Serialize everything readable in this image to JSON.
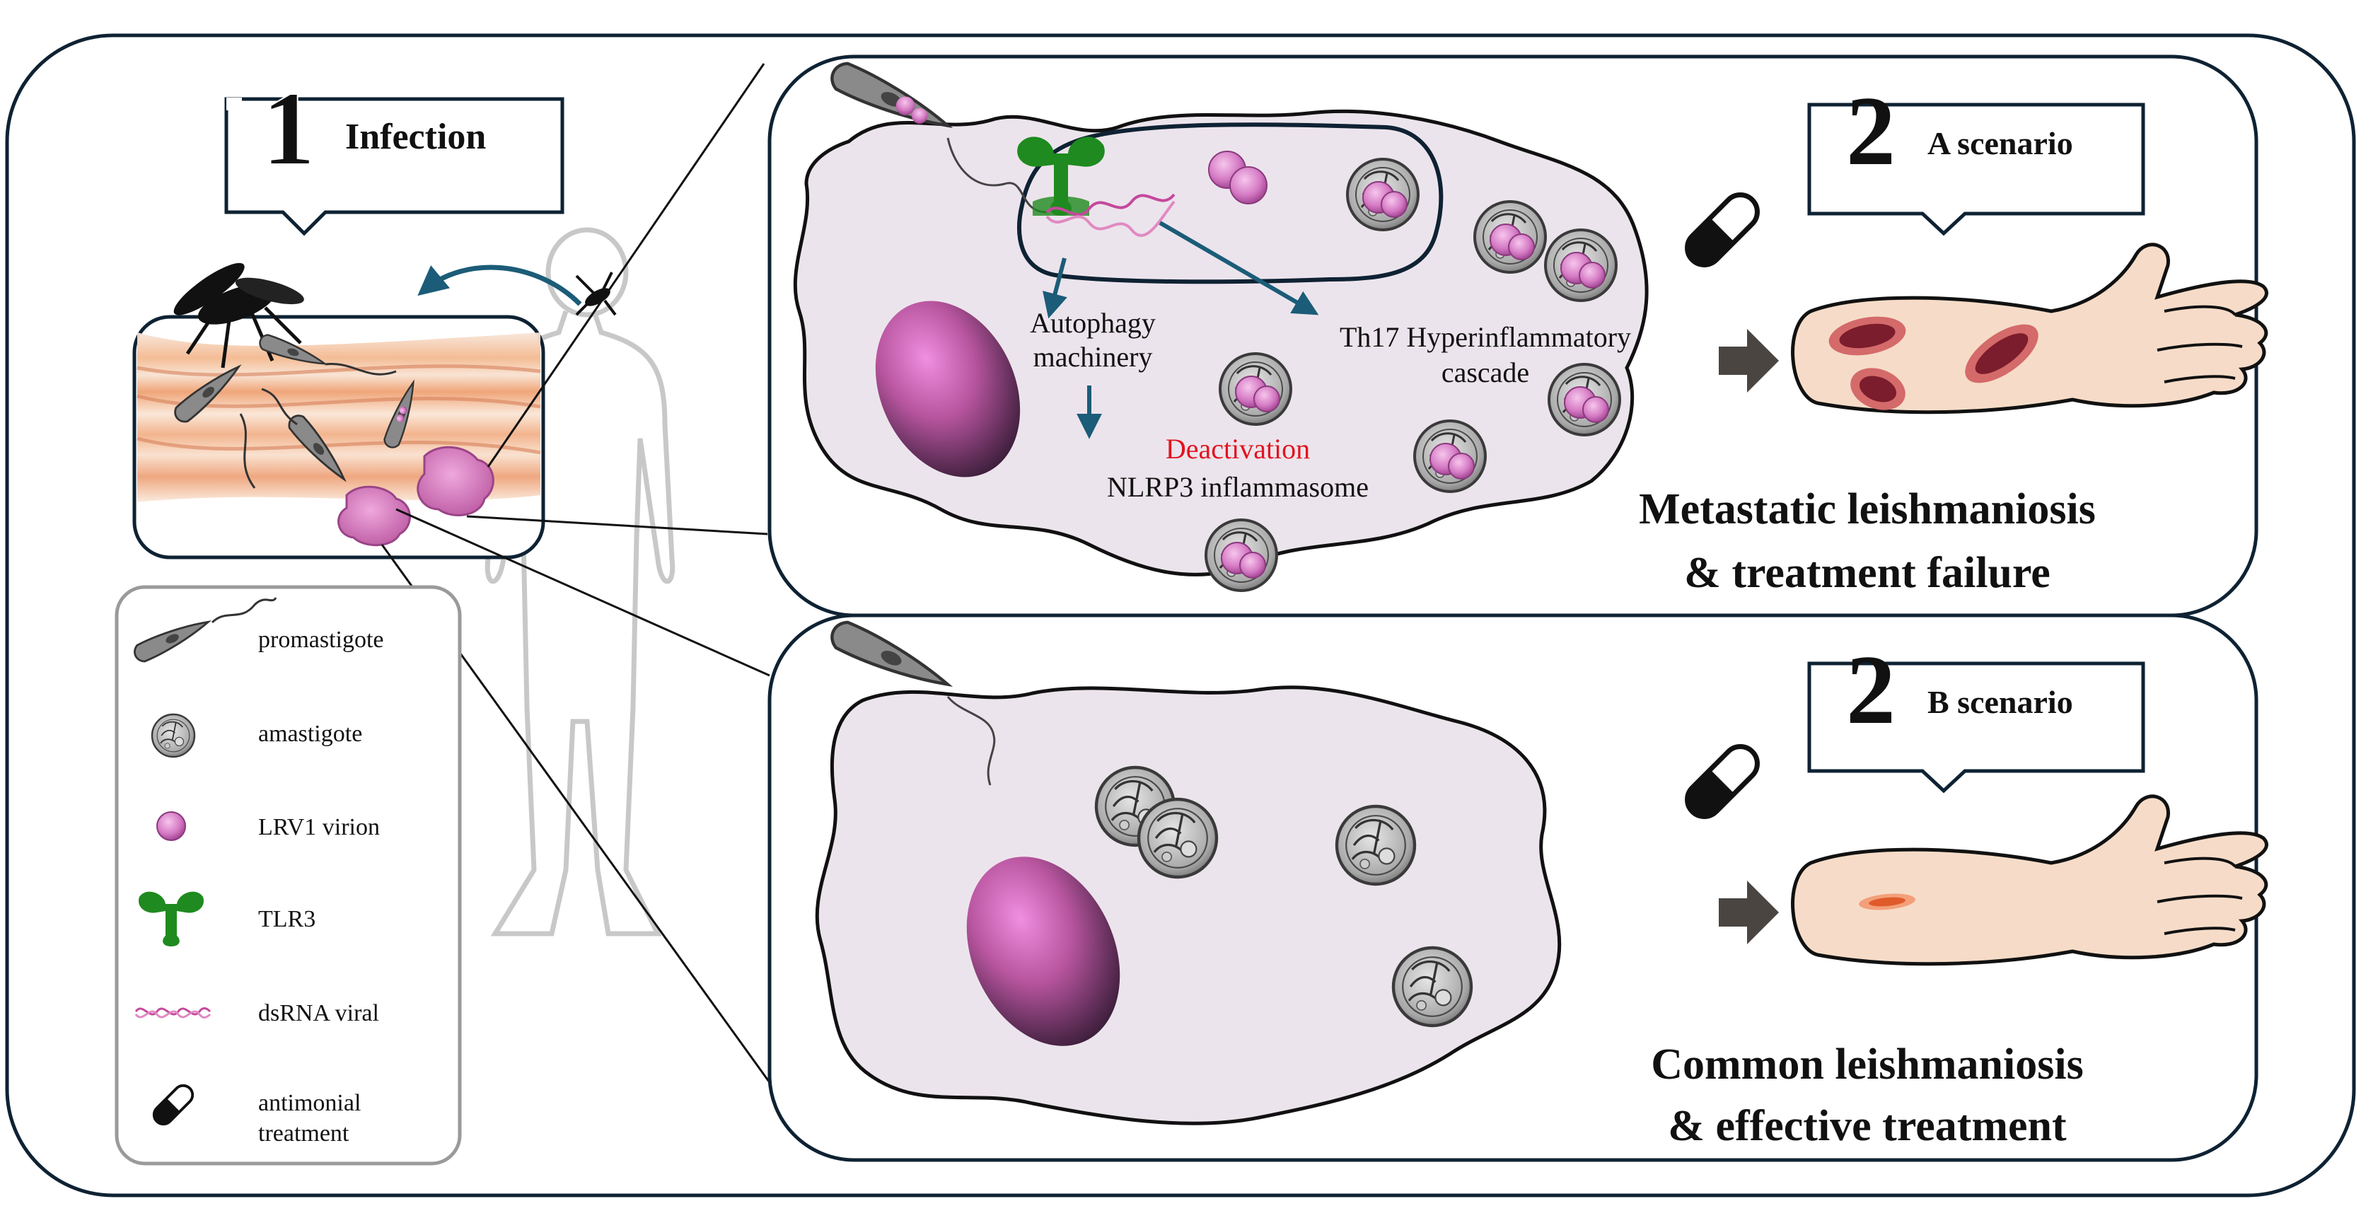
{
  "panel_1": {
    "number": "1",
    "title": "Infection"
  },
  "panel_2a": {
    "number": "2",
    "title": "A scenario",
    "labels": {
      "autophagy_line1": "Autophagy",
      "autophagy_line2": "machinery",
      "th17_line1": "Th17 Hyperinflammatory",
      "th17_line2": "cascade",
      "deactivation": "Deactivation",
      "nlrp3": "NLRP3 inflammasome"
    },
    "outcome_line1": "Metastatic leishmaniosis",
    "outcome_line2": "& treatment failure"
  },
  "panel_2b": {
    "number": "2",
    "title": "B scenario",
    "outcome_line1": "Common leishmaniosis",
    "outcome_line2": "& effective treatment"
  },
  "legend": {
    "items": [
      {
        "label": "promastigote",
        "icon": "promastigote-icon"
      },
      {
        "label": "amastigote",
        "icon": "amastigote-icon"
      },
      {
        "label": "LRV1 virion",
        "icon": "lrv1-virion-icon"
      },
      {
        "label": "TLR3",
        "icon": "tlr3-icon"
      },
      {
        "label": "dsRNA viral",
        "icon": "dsrna-icon"
      },
      {
        "label": "antimonial",
        "label2": "treatment",
        "icon": "pill-icon"
      }
    ]
  },
  "colors": {
    "frame": "#0e2233",
    "cell_fill": "#ece4ec",
    "nucleus": "#7a3a73",
    "virion": "#d57ac4",
    "tlr3": "#1f8a1f",
    "dsrna": "#c4489c",
    "arrow": "#1b5c78",
    "deactivation": "#e0141e",
    "skin": "#f6dcc8",
    "lesion": "#7b1d2c",
    "gray_arrow": "#4b4542"
  }
}
